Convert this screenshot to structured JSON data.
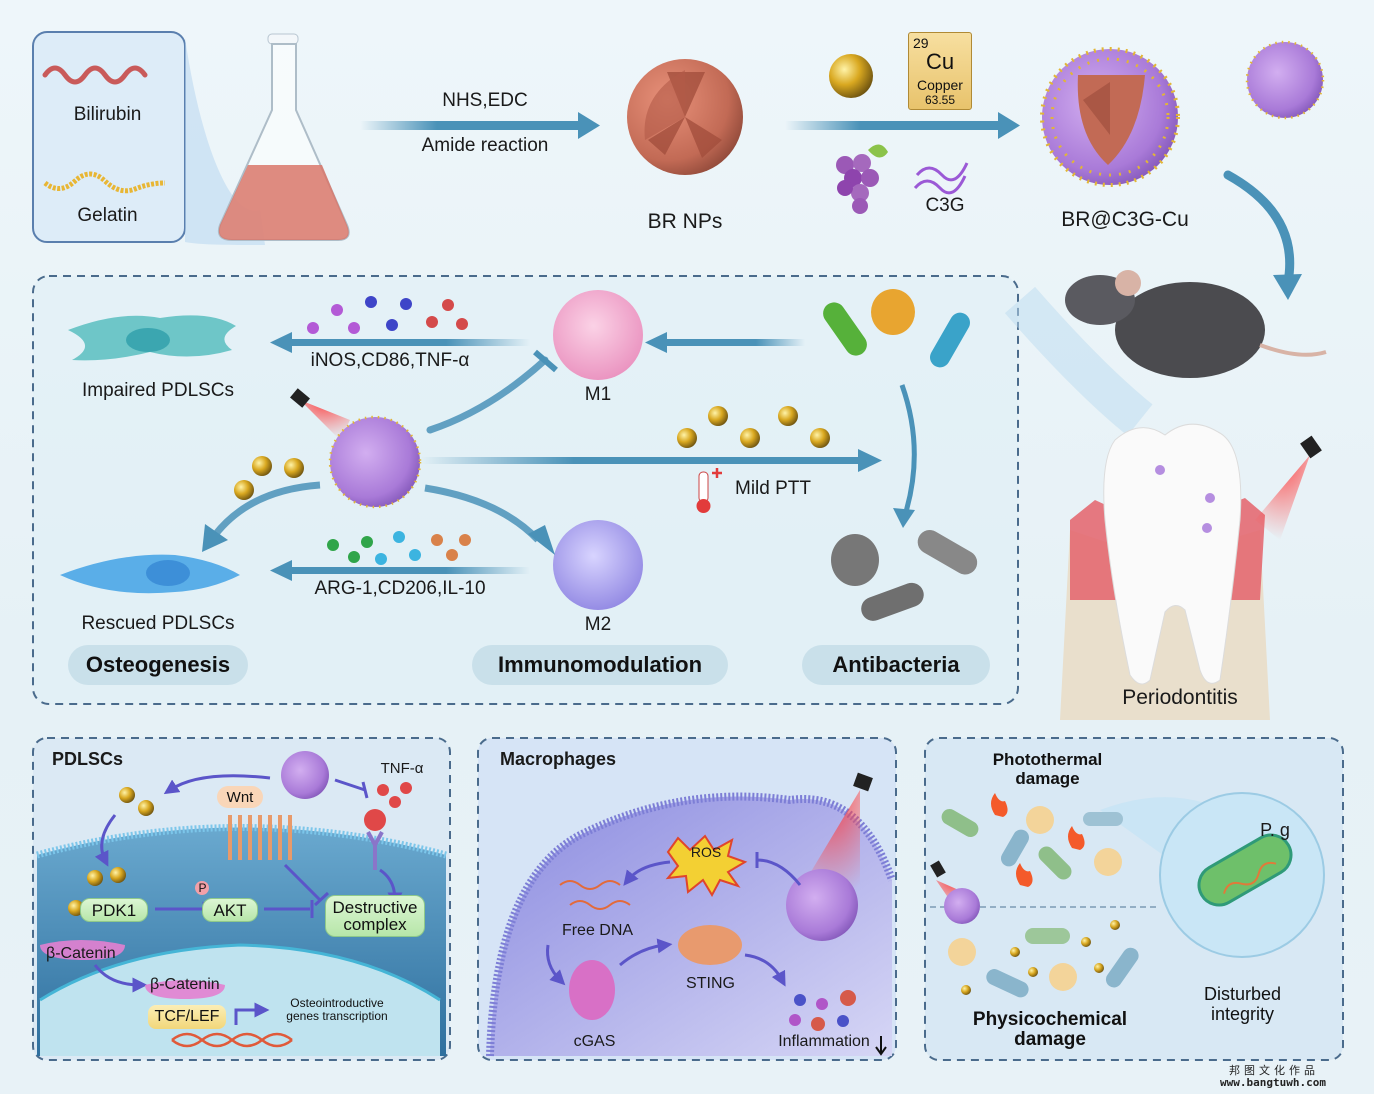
{
  "synthesis": {
    "inset_labels": {
      "bilirubin": "Bilirubin",
      "gelatin": "Gelatin"
    },
    "arrow1": {
      "top": "NHS,EDC",
      "bottom": "Amide reaction"
    },
    "br_nps": "BR NPs",
    "element_card": {
      "number": "29",
      "symbol": "Cu",
      "name": "Copper",
      "mass": "63.55"
    },
    "c3g": "C3G",
    "product": "BR@C3G-Cu"
  },
  "mechanism": {
    "impaired": "Impaired PDLSCs",
    "rescued": "Rescued PDLSCs",
    "m1_cytokines": "iNOS,CD86,TNF-α",
    "m2_cytokines": "ARG-1,CD206,IL-10",
    "m1": "M1",
    "m2": "M2",
    "mild_ptt": "Mild PTT",
    "pills": [
      "Osteogenesis",
      "Immunomodulation",
      "Antibacteria"
    ]
  },
  "model": {
    "disease": "Periodontitis"
  },
  "pdlscs_panel": {
    "title": "PDLSCs",
    "tnf": "TNF-α",
    "wnt": "Wnt",
    "p": "P",
    "pdk1": "PDK1",
    "akt": "AKT",
    "destructive": [
      "Destructive",
      "complex"
    ],
    "beta_catenin_1": "β-Catenin",
    "beta_catenin_2": "β-Catenin",
    "tcf": "TCF/LEF",
    "genes": [
      "Osteointroductive",
      "genes transcription"
    ]
  },
  "macrophage_panel": {
    "title": "Macrophages",
    "ros": "ROS",
    "free_dna": "Free DNA",
    "cgas": "cGAS",
    "sting": "STING",
    "inflammation": "Inflammation"
  },
  "bacteria_panel": {
    "photothermal": [
      "Photothermal",
      "damage"
    ],
    "physicochemical": [
      "Physicochemical",
      "damage"
    ],
    "pg": "P. g",
    "disturbed": [
      "Disturbed",
      "integrity"
    ]
  },
  "watermark": {
    "cn": "邦图文化作品",
    "url": "www.bangtuwh.com"
  },
  "colors": {
    "arrow_blue": "#4a92b8",
    "pathway_purple": "#5b55c9",
    "panel_border": "#4a6b8c",
    "pill_bg": "#c9e0ea",
    "copper_gold": "#d9a820",
    "nanoparticle_purple": "#a97ad8"
  }
}
